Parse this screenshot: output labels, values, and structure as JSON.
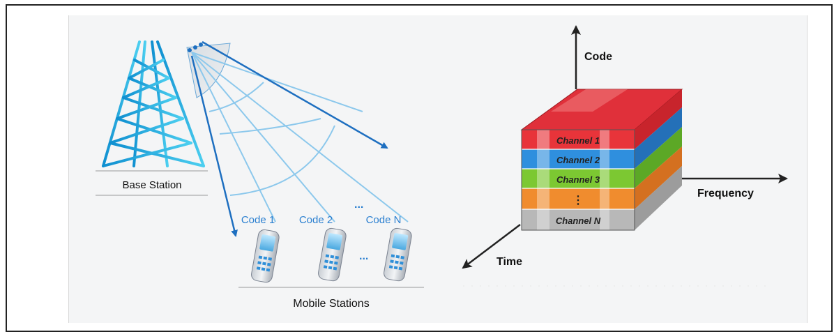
{
  "base_station": {
    "label": "Base Station"
  },
  "mobile_stations": {
    "label": "Mobile Stations",
    "codes": [
      "Code 1",
      "Code 2",
      "Code N"
    ],
    "ellipsis": "..."
  },
  "cube": {
    "axes": {
      "vertical": "Code",
      "horizontal": "Frequency",
      "depth": "Time"
    },
    "channels": [
      {
        "label": "Channel 1",
        "color": "#e8343a"
      },
      {
        "label": "Channel 2",
        "color": "#2f8fde"
      },
      {
        "label": "Channel 3",
        "color": "#7cc832"
      },
      {
        "label": "⋮",
        "color": "#f08c2e"
      },
      {
        "label": "Channel N",
        "color": "#b8b8b8"
      }
    ]
  },
  "colors": {
    "tower": "#1aa6d8",
    "beam": "#1e6fc0",
    "accent_text": "#2a7fd0"
  }
}
